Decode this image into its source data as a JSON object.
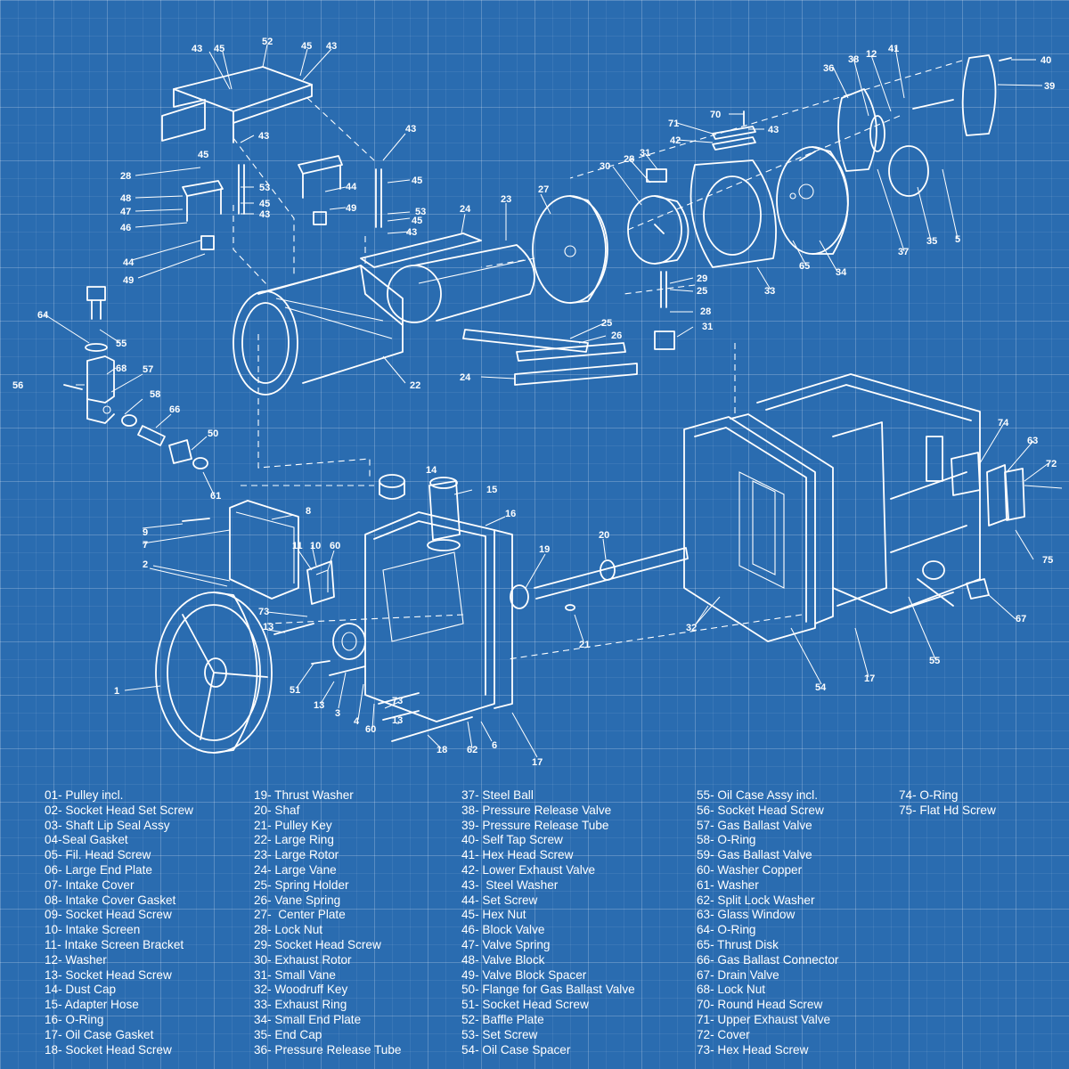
{
  "callouts": [
    "1",
    "2",
    "3",
    "4",
    "5",
    "6",
    "7",
    "8",
    "9",
    "10",
    "11",
    "12",
    "13",
    "14",
    "15",
    "16",
    "17",
    "18",
    "19",
    "20",
    "21",
    "22",
    "23",
    "24",
    "25",
    "26",
    "27",
    "28",
    "29",
    "30",
    "31",
    "32",
    "33",
    "34",
    "35",
    "36",
    "37",
    "38",
    "39",
    "40",
    "41",
    "42",
    "43",
    "44",
    "45",
    "46",
    "47",
    "48",
    "49",
    "50",
    "51",
    "52",
    "53",
    "54",
    "55",
    "56",
    "57",
    "58",
    "60",
    "61",
    "62",
    "63",
    "64",
    "65",
    "66",
    "67",
    "68",
    "70",
    "71",
    "72",
    "73",
    "74",
    "75"
  ],
  "legend": [
    [
      "01- Pulley incl.",
      "02- Socket Head Set Screw",
      "03- Shaft Lip Seal Assy",
      "04-Seal Gasket",
      "05- Fil. Head Screw",
      "06- Large End Plate",
      "07- Intake Cover",
      "08- Intake Cover Gasket",
      "09- Socket Head Screw",
      "10- Intake Screen",
      "11- Intake Screen Bracket",
      "12- Washer",
      "13- Socket Head Screw",
      "14- Dust Cap",
      "15- Adapter Hose",
      "16- O-Ring",
      "17- Oil Case Gasket",
      "18- Socket Head Screw"
    ],
    [
      "19- Thrust Washer",
      "20- Shaf",
      "21- Pulley Key",
      "22- Large Ring",
      "23- Large Rotor",
      "24- Large Vane",
      "25- Spring Holder",
      "26- Vane Spring",
      "27-  Center Plate",
      "28- Lock Nut",
      "29- Socket Head Screw",
      "30- Exhaust Rotor",
      "31- Small Vane",
      "32- Woodruff Key",
      "33- Exhaust Ring",
      "34- Small End Plate",
      "35- End Cap",
      "36- Pressure Release Tube"
    ],
    [
      "37- Steel Ball",
      "38- Pressure Release Valve",
      "39- Pressure Release Tube",
      "40- Self Tap Screw",
      "41- Hex Head Screw",
      "42- Lower Exhaust Valve",
      "43-  Steel Washer",
      "44- Set Screw",
      "45- Hex Nut",
      "46- Block Valve",
      "47- Valve Spring",
      "48- Valve Block",
      "49- Valve Block Spacer",
      "50- Flange for Gas Ballast Valve",
      "51- Socket Head Screw",
      "52- Baffle Plate",
      "53- Set Screw",
      "54- Oil Case Spacer"
    ],
    [
      "55- Oil Case Assy incl.",
      "56- Socket Head Screw",
      "57- Gas Ballast Valve",
      "58- O-Ring",
      "59- Gas Ballast Valve",
      "60- Washer Copper",
      "61- Washer",
      "62- Split Lock Washer",
      "63- Glass Window",
      "64- O-Ring",
      "65- Thrust Disk",
      "66- Gas Ballast Connector",
      "67- Drain Valve",
      "68- Lock Nut",
      "70- Round Head Screw",
      "71- Upper Exhaust Valve",
      "72- Cover",
      "73- Hex Head Screw"
    ],
    [
      "74- O-Ring",
      "75- Flat Hd Screw"
    ]
  ]
}
